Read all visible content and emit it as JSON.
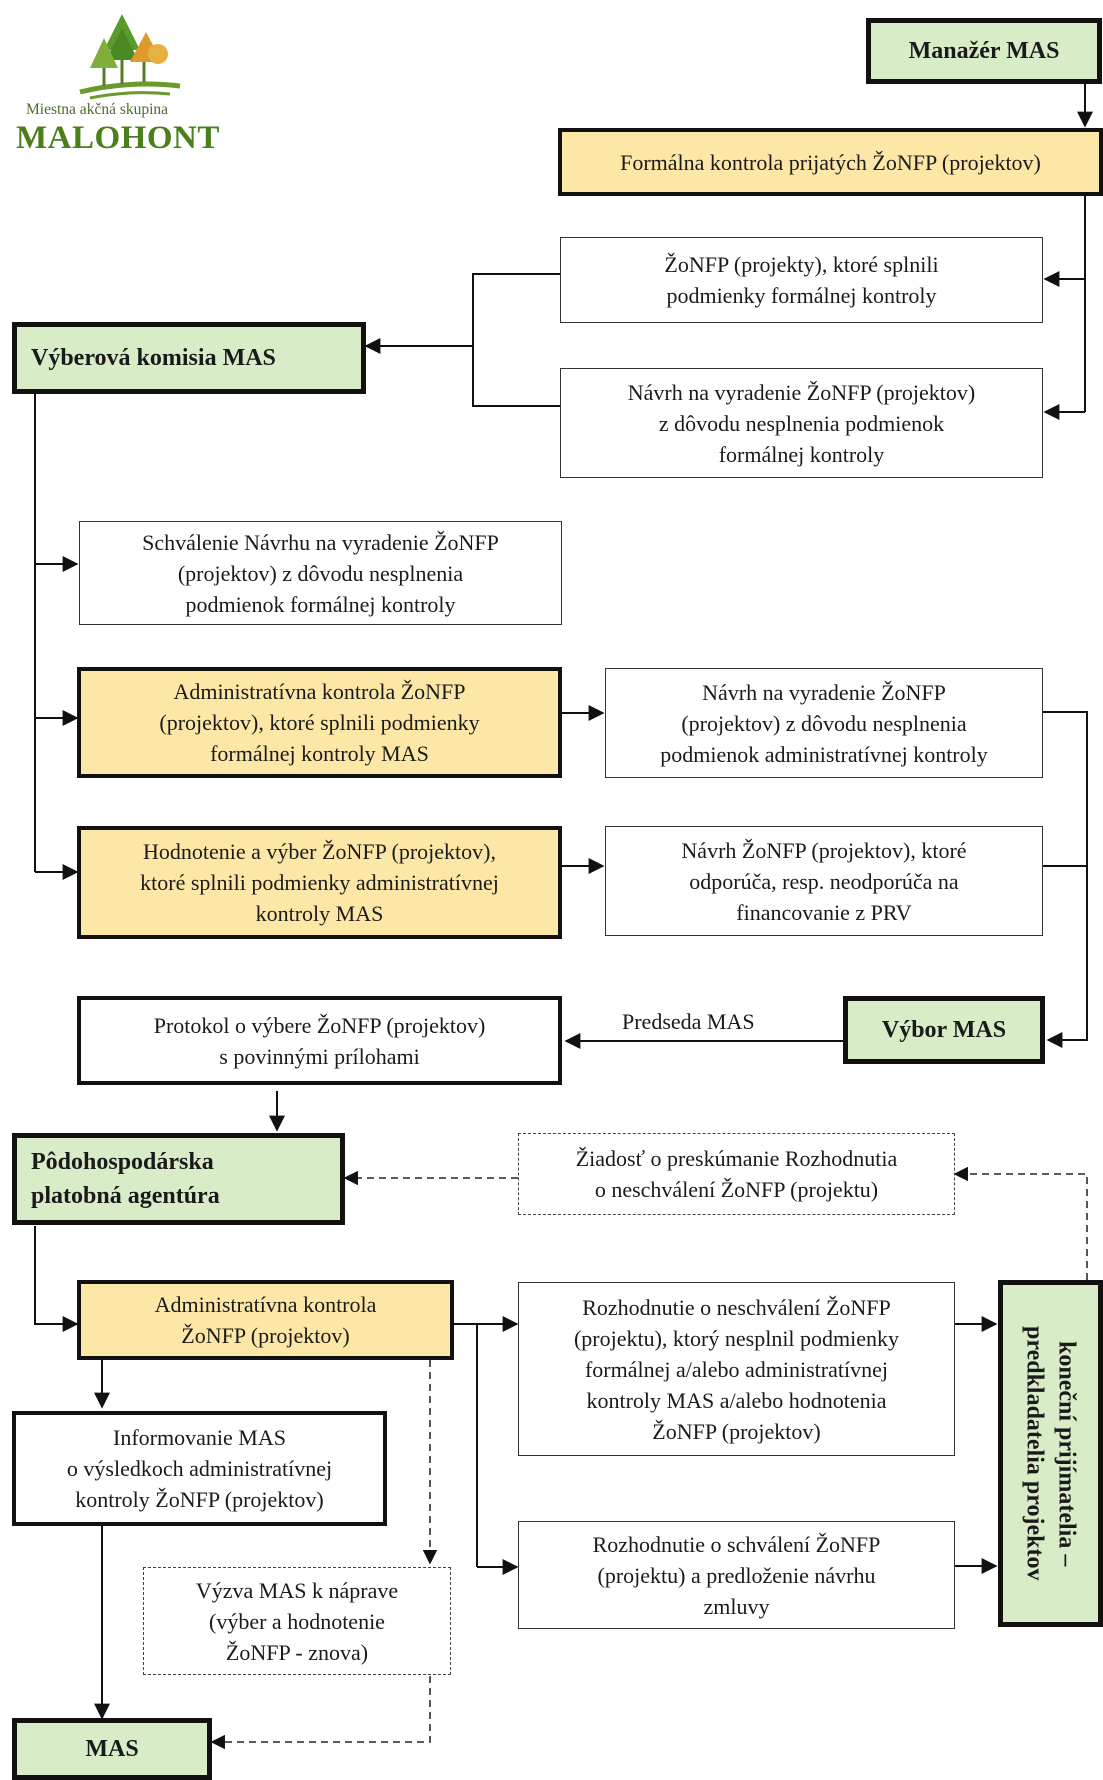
{
  "logo": {
    "subtitle": "Miestna akčná skupina",
    "name": "MALOHONT",
    "colors": {
      "green": "#4a7f1a",
      "orange": "#e09a2c"
    }
  },
  "colors": {
    "green_box": "#d8ecc8",
    "yellow_box": "#fde7a6"
  },
  "nodes": {
    "manazer": "Manažér MAS",
    "formalna_kontrola": "Formálna kontrola prijatých ŽoNFP (projektov)",
    "splnili_formalnu": "ŽoNFP (projekty), ktoré splnili\npodmienky formálnej kontroly",
    "navrh_vyradenie_formalna": "Návrh na vyradenie ŽoNFP (projektov)\nz dôvodu nesplnenia podmienok\nformálnej kontroly",
    "vyberova_komisia": "Výberová komisia MAS",
    "schvalenie_navrhu": "Schválenie Návrhu na vyradenie ŽoNFP\n(projektov) z dôvodu nesplnenia\npodmienok formálnej kontroly",
    "admin_kontrola_mas": "Administratívna kontrola ŽoNFP\n(projektov), ktoré splnili podmienky\nformálnej kontroly MAS",
    "navrh_vyradenie_admin": "Návrh na vyradenie ŽoNFP\n(projektov) z dôvodu nesplnenia\npodmienok administratívnej kontroly",
    "hodnotenie_vyber": "Hodnotenie a výber ŽoNFP (projektov),\nktoré splnili podmienky administratívnej\nkontroly MAS",
    "navrh_odporuca": "Návrh ŽoNFP (projektov), ktoré\nodporúča, resp. neodporúča na\nfinancovanie z PRV",
    "protokol": "Protokol o výbere ŽoNFP  (projektov)\ns povinnými prílohami",
    "vybor": "Výbor MAS",
    "pôdohospodarska": "Pôdohospodárska\nplatobná agentúra",
    "ziadost_preskumanie": "Žiadosť o preskúmanie Rozhodnutia\no neschválení ŽoNFP (projektu)",
    "admin_kontrola_ppa": "Administratívna kontrola\nŽoNFP (projektov)",
    "rozhodnutie_neschvalenie": "Rozhodnutie o neschválení ŽoNFP\n(projektu), ktorý nesplnil podmienky\nformálnej a/alebo administratívnej\nkontroly MAS a/alebo hodnotenia\nŽoNFP (projektov)",
    "informovanie": "Informovanie MAS\no výsledkoch administratívnej\nkontroly ŽoNFP (projektov)",
    "vyzva_naprave": "Výzva MAS k náprave\n(výber a hodnotenie\nŽoNFP - znova)",
    "rozhodnutie_schvalenie": "Rozhodnutie o schválení ŽoNFP\n(projektu) a predloženie návrhu\nzmluvy",
    "prijimatelia": "koneční prijímatelia –\npredkladatelia projektov",
    "mas": "MAS"
  },
  "edge_labels": {
    "predseda": "Predseda MAS"
  }
}
